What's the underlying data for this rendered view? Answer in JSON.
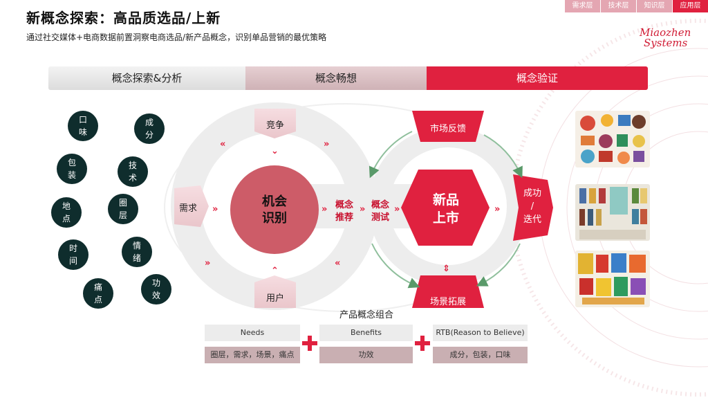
{
  "header": {
    "title": "新概念探索：高品质选品/上新",
    "subtitle": "通过社交媒体+电商数据前置洞察电商选品/新产品概念，识别单品营销的最优策略"
  },
  "top_tabs": [
    {
      "label": "需求层",
      "active": false
    },
    {
      "label": "技术层",
      "active": false
    },
    {
      "label": "知识层",
      "active": false
    },
    {
      "label": "应用层",
      "active": true
    }
  ],
  "logo": {
    "line1": "Miaozhen",
    "line2": "Systems"
  },
  "stages": [
    "概念探索&分析",
    "概念畅想",
    "概念验证"
  ],
  "dimensions": [
    "口味",
    "成分",
    "包装",
    "技术",
    "地点",
    "圈层",
    "时间",
    "情绪",
    "痛点",
    "功效"
  ],
  "cycle1": {
    "center_line1": "机会",
    "center_line2": "识别",
    "top": "竞争",
    "left": "需求",
    "bottom": "用户"
  },
  "bridge": {
    "step1_line1": "概念",
    "step1_line2": "推荐",
    "step2_line1": "概念",
    "step2_line2": "测试"
  },
  "cycle2": {
    "center_line1": "新品",
    "center_line2": "上市",
    "top": "市场反馈",
    "right_line1": "成功",
    "right_line2": "/",
    "right_line3": "迭代",
    "bottom": "场景拓展"
  },
  "combo": {
    "title": "产品概念组合",
    "columns": [
      {
        "header": "Needs",
        "value": "圈层，需求，场景，痛点"
      },
      {
        "header": "Benefits",
        "value": "功效"
      },
      {
        "header": "RTB(Reason to Believe)",
        "value": "成分，包装，口味"
      }
    ]
  },
  "colors": {
    "accent": "#e0213f",
    "dark": "#0f2d2d",
    "muted": "#c9afb2"
  },
  "icons": [
    "chevron-right-icon",
    "chevron-down-icon",
    "chevron-up-icon",
    "cycle-arrow-icon",
    "plus-icon"
  ]
}
